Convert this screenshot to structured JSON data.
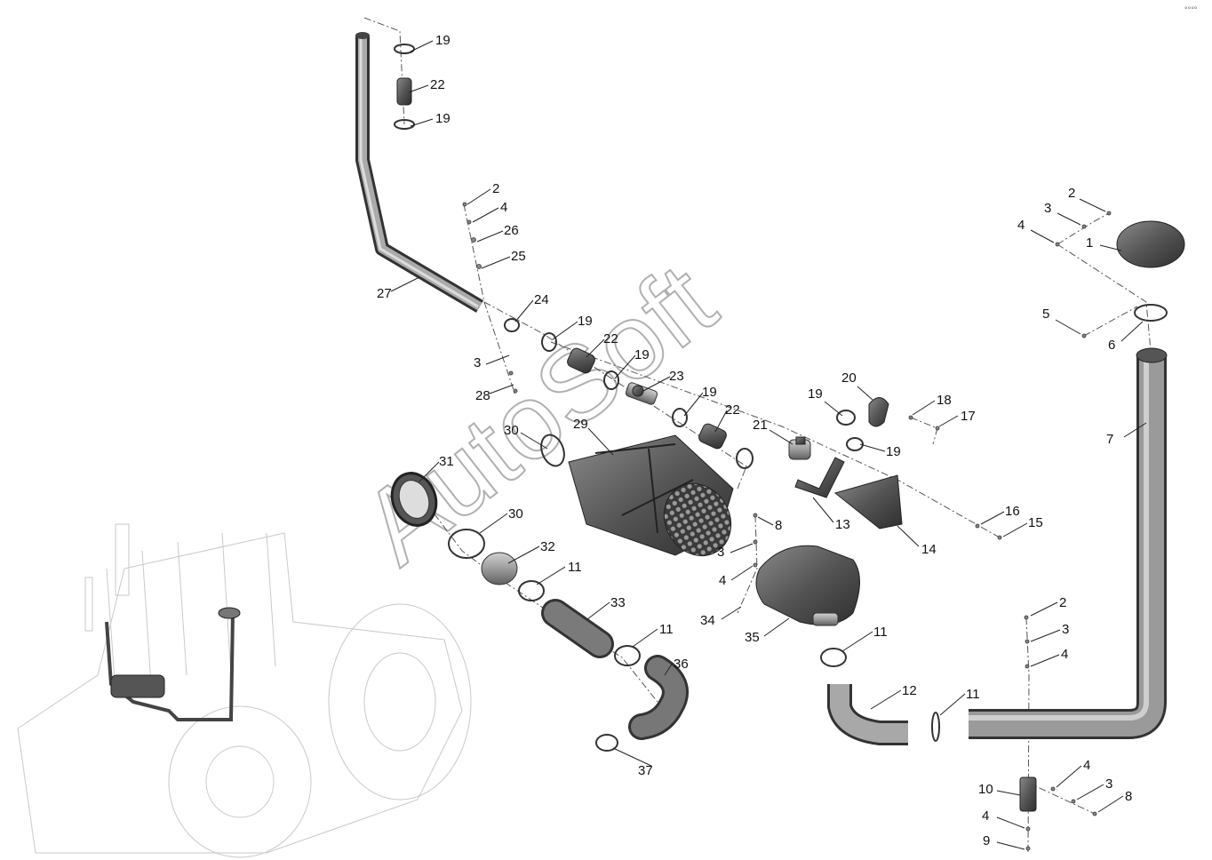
{
  "watermark": "AutoSoft",
  "corner_mark": "°°°°",
  "callouts": [
    {
      "id": "c19a",
      "text": "19"
    },
    {
      "id": "c22a",
      "text": "22"
    },
    {
      "id": "c19b",
      "text": "19"
    },
    {
      "id": "c2a",
      "text": "2"
    },
    {
      "id": "c4a",
      "text": "4"
    },
    {
      "id": "c26",
      "text": "26"
    },
    {
      "id": "c25",
      "text": "25"
    },
    {
      "id": "c27",
      "text": "27"
    },
    {
      "id": "c24",
      "text": "24"
    },
    {
      "id": "c19c",
      "text": "19"
    },
    {
      "id": "c22b",
      "text": "22"
    },
    {
      "id": "c3a",
      "text": "3"
    },
    {
      "id": "c19d",
      "text": "19"
    },
    {
      "id": "c23",
      "text": "23"
    },
    {
      "id": "c28",
      "text": "28"
    },
    {
      "id": "c19e",
      "text": "19"
    },
    {
      "id": "c22c",
      "text": "22"
    },
    {
      "id": "c30a",
      "text": "30"
    },
    {
      "id": "c29",
      "text": "29"
    },
    {
      "id": "c21",
      "text": "21"
    },
    {
      "id": "c19f",
      "text": "19"
    },
    {
      "id": "c20",
      "text": "20"
    },
    {
      "id": "c19g",
      "text": "19"
    },
    {
      "id": "c18",
      "text": "18"
    },
    {
      "id": "c17",
      "text": "17"
    },
    {
      "id": "c31",
      "text": "31"
    },
    {
      "id": "c30b",
      "text": "30"
    },
    {
      "id": "c13",
      "text": "13"
    },
    {
      "id": "c14",
      "text": "14"
    },
    {
      "id": "c16",
      "text": "16"
    },
    {
      "id": "c15",
      "text": "15"
    },
    {
      "id": "c8a",
      "text": "8"
    },
    {
      "id": "c3b",
      "text": "3"
    },
    {
      "id": "c32",
      "text": "32"
    },
    {
      "id": "c11a",
      "text": "11"
    },
    {
      "id": "c4b",
      "text": "4"
    },
    {
      "id": "c33",
      "text": "33"
    },
    {
      "id": "c34",
      "text": "34"
    },
    {
      "id": "c35",
      "text": "35"
    },
    {
      "id": "c11b",
      "text": "11"
    },
    {
      "id": "c11c",
      "text": "11"
    },
    {
      "id": "c36",
      "text": "36"
    },
    {
      "id": "c12",
      "text": "12"
    },
    {
      "id": "c11d",
      "text": "11"
    },
    {
      "id": "c37",
      "text": "37"
    },
    {
      "id": "c2b",
      "text": "2"
    },
    {
      "id": "c3c",
      "text": "3"
    },
    {
      "id": "c4c",
      "text": "4"
    },
    {
      "id": "c2c",
      "text": "2"
    },
    {
      "id": "c3d",
      "text": "3"
    },
    {
      "id": "c4d",
      "text": "4"
    },
    {
      "id": "c1",
      "text": "1"
    },
    {
      "id": "c5",
      "text": "5"
    },
    {
      "id": "c6",
      "text": "6"
    },
    {
      "id": "c7",
      "text": "7"
    },
    {
      "id": "c4e",
      "text": "4"
    },
    {
      "id": "c10",
      "text": "10"
    },
    {
      "id": "c3e",
      "text": "3"
    },
    {
      "id": "c8b",
      "text": "8"
    },
    {
      "id": "c4f",
      "text": "4"
    },
    {
      "id": "c9",
      "text": "9"
    }
  ]
}
